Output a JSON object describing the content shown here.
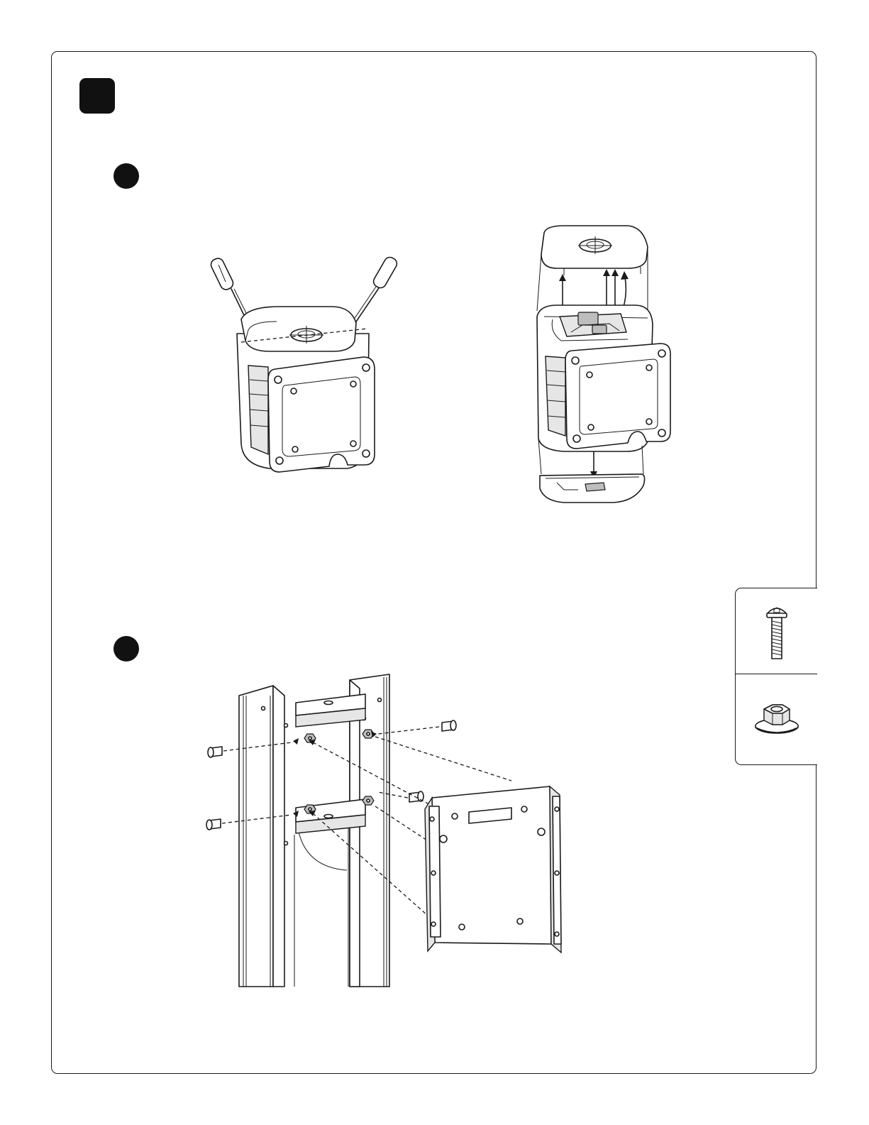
{
  "document": {
    "step_marker": "step-square-marker",
    "substep_markers": [
      "substep-circle-1",
      "substep-circle-2"
    ],
    "illustrations": [
      "screwdriver-pry-icon",
      "cover-removal-icon",
      "mounting-bracket-icon"
    ],
    "hardware": [
      {
        "name": "button-head-bolt-icon"
      },
      {
        "name": "flange-nut-icon"
      }
    ]
  }
}
